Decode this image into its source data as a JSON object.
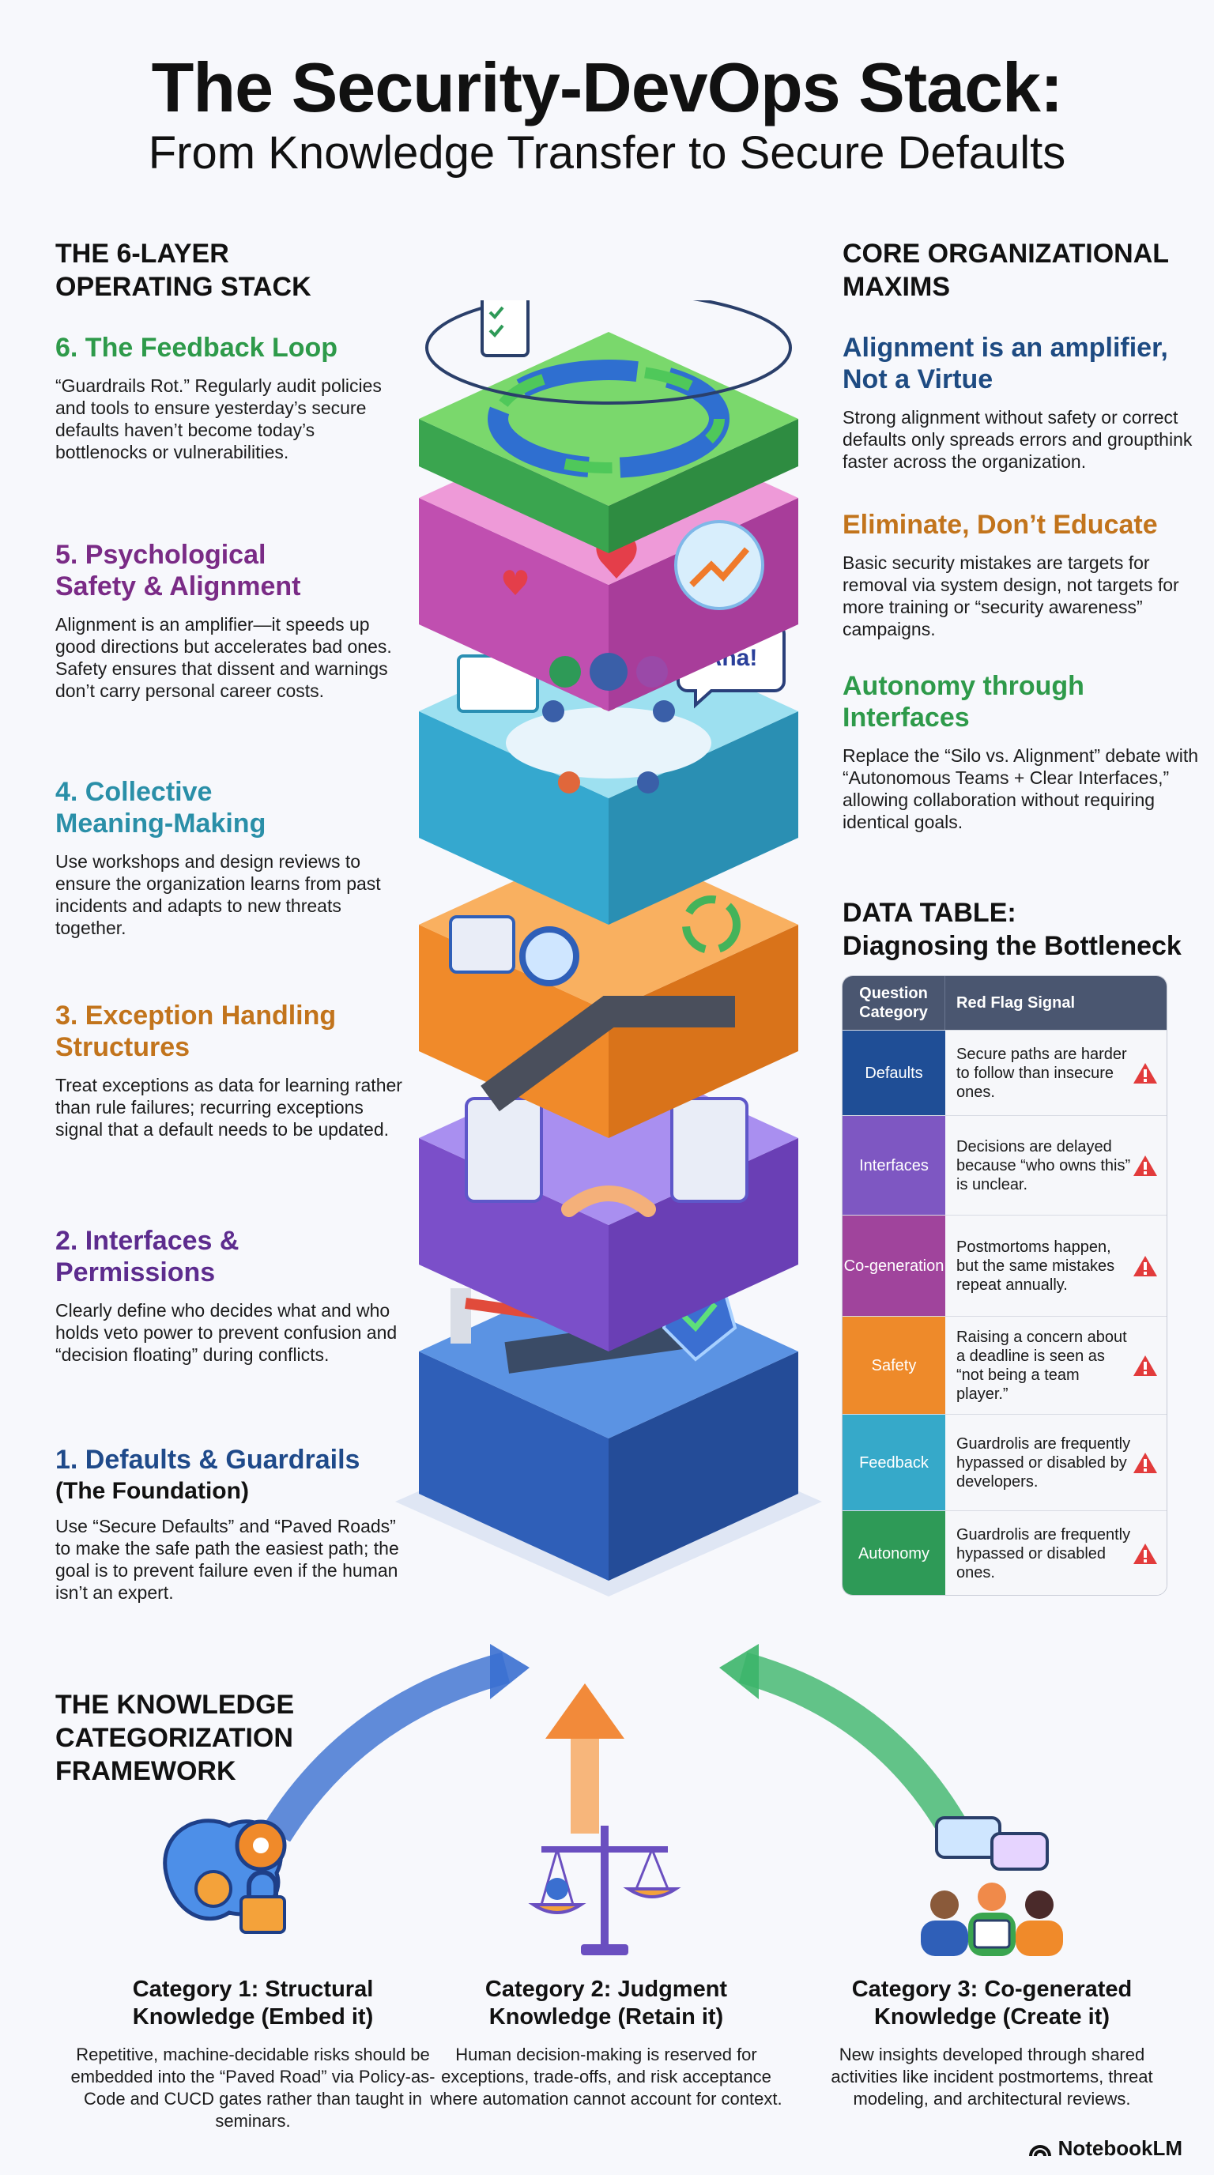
{
  "header": {
    "title": "The Security-DevOps Stack:",
    "subtitle": "From Knowledge Transfer to Secure Defaults"
  },
  "left_column": {
    "heading_line1": "THE 6-LAYER",
    "heading_line2": "OPERATING STACK",
    "layers": [
      {
        "title_line1": "6. The Feedback Loop",
        "title_line2": "",
        "subtitle": "",
        "body": "“Guardrails Rot.” Regularly audit policies and tools to ensure yesterday’s secure defaults haven’t become today’s bottlenocks or vulnerabilities."
      },
      {
        "title_line1": "5. Psychological",
        "title_line2": "Safety & Alignment",
        "subtitle": "",
        "body": "Alignment is an amplifier—it speeds up good directions but accelerates bad ones. Safety ensures that dissent and warnings don’t carry personal career costs."
      },
      {
        "title_line1": "4. Collective",
        "title_line2": "Meaning-Making",
        "subtitle": "",
        "body": "Use workshops and design reviews to ensure the organization learns from past incidents and adapts to new threats together."
      },
      {
        "title_line1": "3. Exception Handling",
        "title_line2": "Structures",
        "subtitle": "",
        "body": "Treat exceptions as data for learning rather than rule failures; recurring exceptions signal that a default needs to be updated."
      },
      {
        "title_line1": "2. Interfaces &",
        "title_line2": "Permissions",
        "subtitle": "",
        "body": "Clearly define who decides what and who holds veto power to prevent confusion and “decision floating” during conflicts."
      },
      {
        "title_line1": "1. Defaults & Guardrails",
        "title_line2": "",
        "subtitle": "(The Foundation)",
        "body": "Use “Secure Defaults” and “Paved Roads” to make the safe path the easiest path; the goal is to prevent failure even if the human isn’t an expert."
      }
    ]
  },
  "right_column": {
    "heading_line1": "CORE ORGANIZATIONAL",
    "heading_line2": "MAXIMS",
    "maxims": [
      {
        "title_line1": "Alignment is an amplifier,",
        "title_line2": "Not a Virtue",
        "body": "Strong alignment without safety or correct defaults only spreads errors and groupthink faster across the organization."
      },
      {
        "title_line1": "Eliminate, Don’t Educate",
        "title_line2": "",
        "body": "Basic security mistakes are targets for removal via system design, not targets for more training or “security awareness” campaigns."
      },
      {
        "title_line1": "Autonomy through",
        "title_line2": "Interfaces",
        "body": "Replace the “Silo vs. Alignment” debate with “Autonomous Teams + Clear Interfaces,” allowing collaboration without requiring identical goals."
      }
    ]
  },
  "data_table": {
    "heading_line1": "DATA TABLE:",
    "heading_line2": "Diagnosing the Bottleneck",
    "col1": "Question Category",
    "col2": "Red Flag Signal",
    "rows": [
      {
        "category": "Defaults",
        "signal": "Secure paths are harder to follow than insecure ones.",
        "color": "#1f4e96"
      },
      {
        "category": "Interfaces",
        "signal": "Decisions are delayed because “who owns this” is unclear.",
        "color": "#7e57c2"
      },
      {
        "category": "Co-generation",
        "signal": "Postmortoms happen, but the same mistakes repeat annually.",
        "color": "#a0449c"
      },
      {
        "category": "Safety",
        "signal": "Raising a concern about a deadline is seen as “not being a team player.”",
        "color": "#ee8a2a"
      },
      {
        "category": "Feedback",
        "signal": "Guardrolis are frequently hypassed or disabled by developers.",
        "color": "#36a9c9"
      },
      {
        "category": "Autonomy",
        "signal": "Guardrolis are frequently hypassed or disabled ones.",
        "color": "#2e9a57"
      }
    ]
  },
  "knowledge": {
    "heading_line1": "THE KNOWLEDGE",
    "heading_line2": "CATEGORIZATION",
    "heading_line3": "FRAMEWORK",
    "categories": [
      {
        "title_line1": "Category 1: Structural",
        "title_line2": "Knowledge (Embed it)",
        "body": "Repetitive, machine-decidable risks should be embedded into the “Paved Road” via Policy-as-Code and CUCD gates rather than taught in seminars."
      },
      {
        "title_line1": "Category 2: Judgment",
        "title_line2": "Knowledge (Retain it)",
        "body": "Human decision-making is reserved for exceptions, trade-offs, and risk acceptance where automation cannot account for context."
      },
      {
        "title_line1": "Category 3: Co-generated",
        "title_line2": "Knowledge (Create it)",
        "body": "New insights developed through shared activities like incident postmortems, threat modeling, and architectural reviews."
      }
    ]
  },
  "stack_illustration": {
    "aha_label": "Aha!"
  },
  "footer": {
    "brand": "NotebookLM"
  }
}
